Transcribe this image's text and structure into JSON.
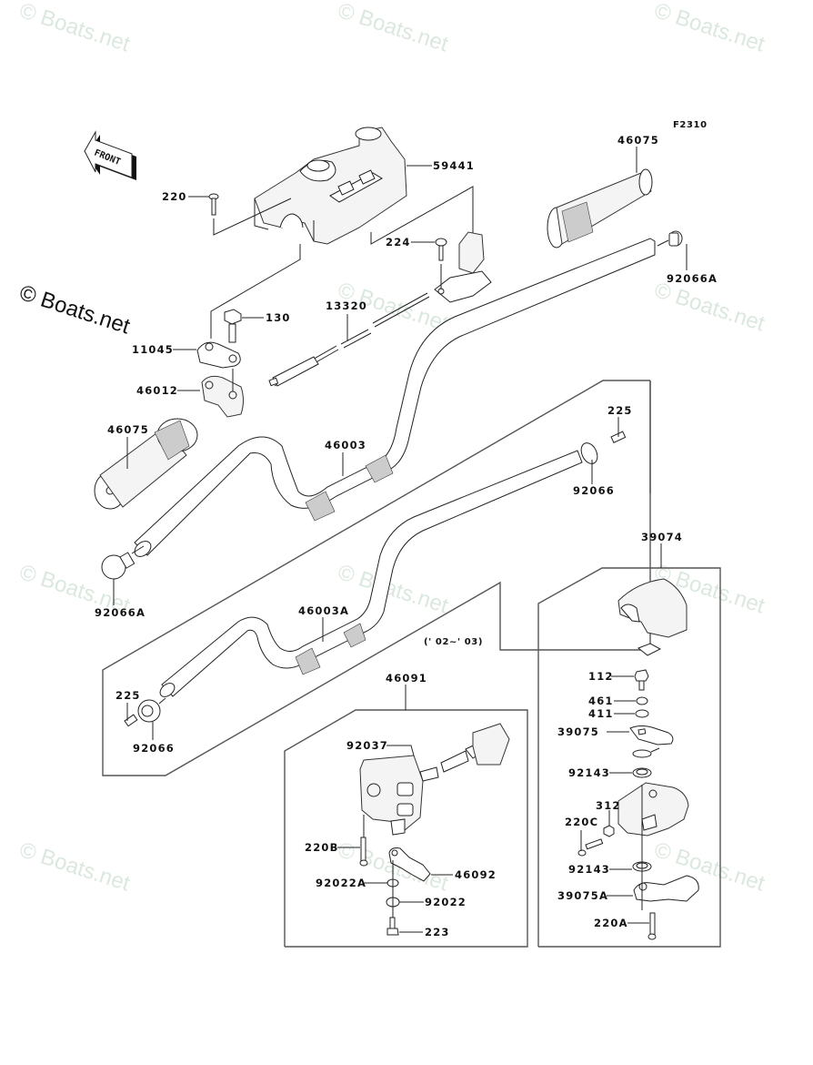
{
  "diagram": {
    "figure_code": "F2310",
    "direction_indicator": "FRONT",
    "year_note": "(' 02~' 03)",
    "watermark": "© Boats.net",
    "parts": {
      "cover": "59441",
      "screw_220": "220",
      "screw_224": "224",
      "grip_right": "46075",
      "grip_left": "46075",
      "plug_right": "92066A",
      "plug_left": "92066A",
      "bolt_130": "130",
      "cable": "13320",
      "plate": "11045",
      "holder": "46012",
      "handlebar": "46003",
      "screw_225_upper": "225",
      "weight_92066_upper": "92066",
      "handlebar_alt": "46003A",
      "screw_225_lower": "225",
      "weight_92066_lower": "92066",
      "throttle_case": "39074",
      "bolt_112": "112",
      "washer_461": "461",
      "washer_411": "411",
      "lever_39075": "39075",
      "spring_92143_upper": "92143",
      "nut_312": "312",
      "screw_220C": "220C",
      "spring_92143_lower": "92143",
      "lever_39075A": "39075A",
      "screw_220A": "220A",
      "switch_assy": "46091",
      "spring_92037": "92037",
      "screw_220B": "220B",
      "lever_46092": "46092",
      "washer_92022A": "92022A",
      "collar_92022": "92022",
      "bolt_223": "223"
    }
  }
}
